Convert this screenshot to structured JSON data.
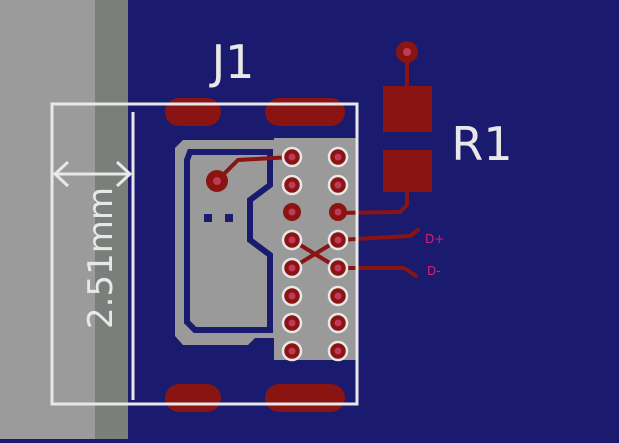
{
  "labels": {
    "component_j1": "J1",
    "component_r1": "R1",
    "dimension": "2.51mm",
    "net_dplus": "D+",
    "net_dminus": "D-"
  },
  "colors": {
    "board": "#1a1a6e",
    "copper": "#8a1412",
    "copper_pour": "#9a9a9a",
    "silkscreen": "#e8e8e8",
    "via_drill": "#c23a5a",
    "net_label": "#d8207a",
    "edge_light": "#9b9b9b",
    "edge_dark": "#7b7f7b"
  }
}
